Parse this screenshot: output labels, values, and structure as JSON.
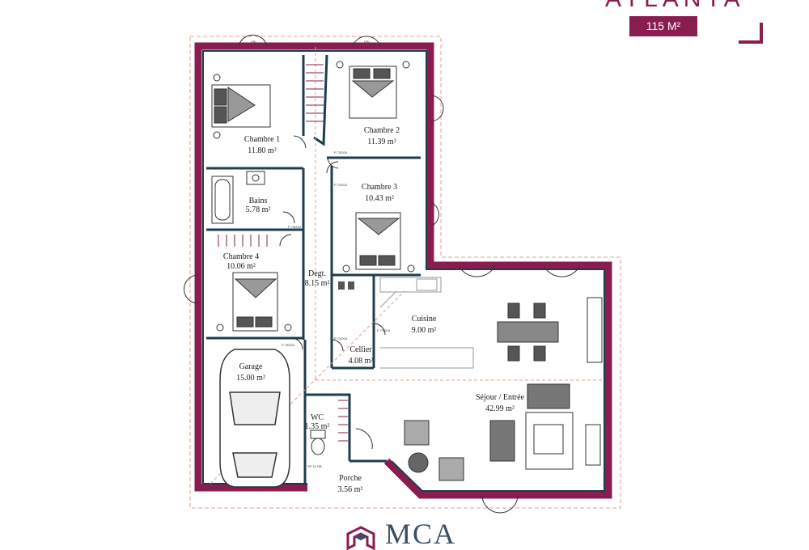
{
  "header": {
    "title_partial": "ATLANTA",
    "area": "115 M²"
  },
  "rooms": [
    {
      "name": "Chambre 1",
      "area": "11.80 m²"
    },
    {
      "name": "Chambre 2",
      "area": "11.39 m²"
    },
    {
      "name": "Chambre 3",
      "area": "10.43 m²"
    },
    {
      "name": "Bains",
      "area": "5.78 m²"
    },
    {
      "name": "Chambre 4",
      "area": "10.06 m²"
    },
    {
      "name": "Degt.",
      "area": "8.15 m²"
    },
    {
      "name": "Cuisine",
      "area": "9.00 m²"
    },
    {
      "name": "Cellier",
      "area": "4.08 m²"
    },
    {
      "name": "Garage",
      "area": "15.00 m²"
    },
    {
      "name": "WC",
      "area": "1.35 m²"
    },
    {
      "name": "Séjour / Entrée",
      "area": "42.99 m²"
    },
    {
      "name": "Porche",
      "area": "3.56 m²"
    }
  ],
  "annotations": {
    "vri": "VRI",
    "door": "P 73/204",
    "side_door": "SP 10 GB"
  },
  "logo": {
    "text": "MCA"
  },
  "colors": {
    "accent": "#8a1d4f",
    "wall": "#1f3d4d",
    "dash": "#e0a090"
  }
}
